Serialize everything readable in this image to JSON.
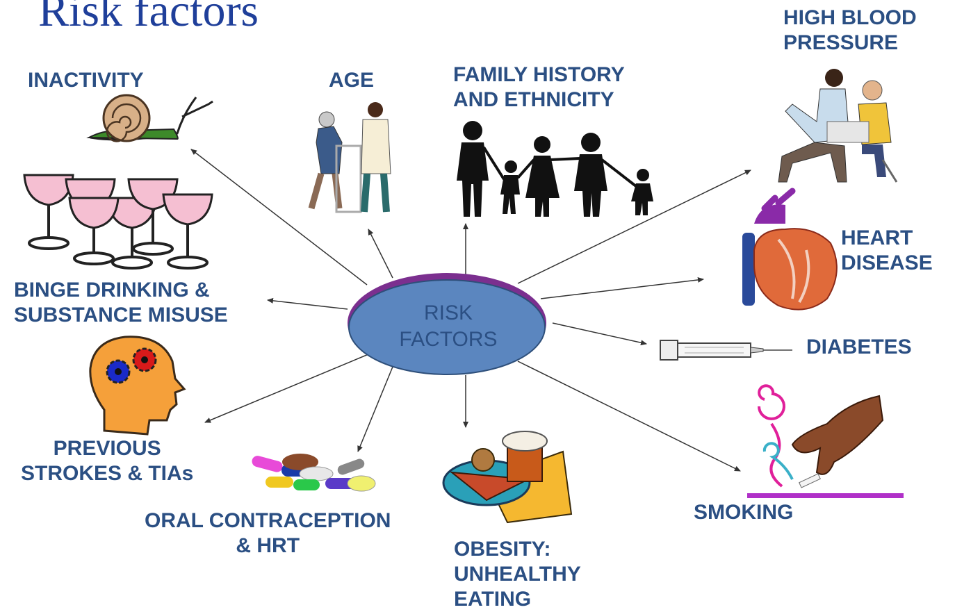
{
  "title": "Risk factors",
  "center": {
    "label": "RISK\nFACTORS"
  },
  "factors": [
    {
      "label": "INACTIVITY",
      "icon": "snail-icon"
    },
    {
      "label": "AGE",
      "icon": "elderly-walker-icon"
    },
    {
      "label": "FAMILY HISTORY\nAND ETHNICITY",
      "icon": "family-silhouette-icon"
    },
    {
      "label": "HIGH BLOOD\nPRESSURE",
      "icon": "blood-pressure-check-icon"
    },
    {
      "label": "HEART\nDISEASE",
      "icon": "heart-icon"
    },
    {
      "label": "DIABETES",
      "icon": "syringe-icon"
    },
    {
      "label": "SMOKING",
      "icon": "cigarette-hand-icon"
    },
    {
      "label": "OBESITY:\nUNHEALTHY\nEATING",
      "icon": "junk-food-icon"
    },
    {
      "label": "ORAL CONTRACEPTION\n& HRT",
      "icon": "pills-icon"
    },
    {
      "label": "PREVIOUS\nSTROKES & TIAs",
      "icon": "head-gears-icon"
    },
    {
      "label": "BINGE DRINKING &\nSUBSTANCE MISUSE",
      "icon": "wine-glasses-icon"
    }
  ],
  "colors": {
    "title": "#1f3f9a",
    "label": "#2b4f83",
    "ellipse": "#5b86bf",
    "ellipse_rim": "#7b2f8f",
    "arrow": "#333333"
  }
}
